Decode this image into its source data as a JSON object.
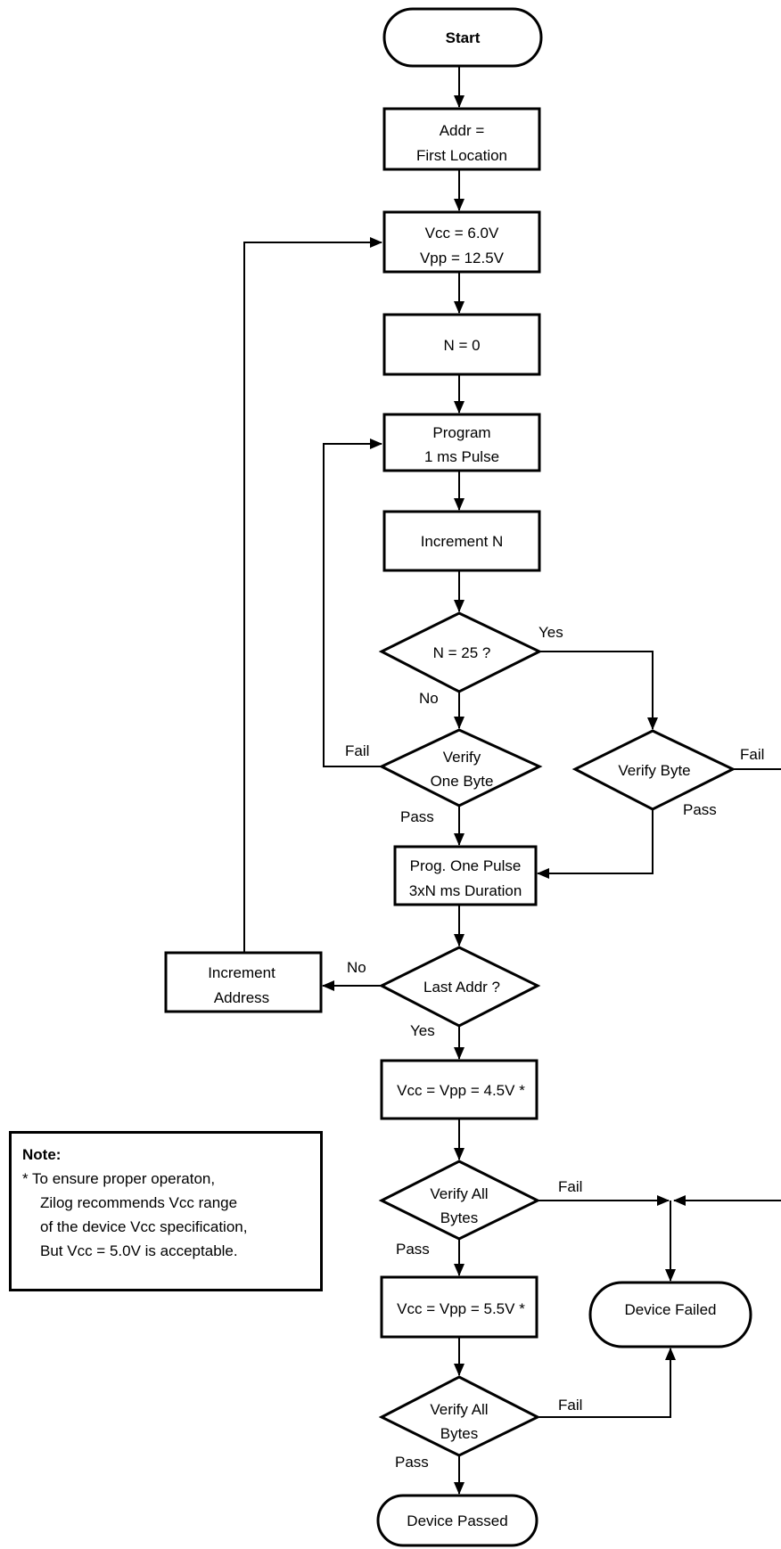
{
  "nodes": {
    "start": "Start",
    "addr1": "Addr =",
    "addr2": "First Location",
    "vcc1": "Vcc = 6.0V",
    "vcc2": "Vpp = 12.5V",
    "n0": "N = 0",
    "prog1": "Program",
    "prog2": "1 ms Pulse",
    "incn": "Increment N",
    "n25": "N = 25 ?",
    "verify1": "Verify",
    "verify2": "One Byte",
    "verifybyte": "Verify Byte",
    "progone1": "Prog. One Pulse",
    "progone2": "3xN ms Duration",
    "lastaddr": "Last Addr ?",
    "incaddr1": "Increment",
    "incaddr2": "Address",
    "vcc45": "Vcc =  Vpp = 4.5V *",
    "verifyall_a1": "Verify All",
    "verifyall_a2": "Bytes",
    "vcc55": "Vcc =  Vpp = 5.5V *",
    "verifyall_b1": "Verify All",
    "verifyall_b2": "Bytes",
    "failed": "Device Failed",
    "passed": "Device Passed"
  },
  "labels": {
    "yes": "Yes",
    "no": "No",
    "fail": "Fail",
    "pass": "Pass"
  },
  "note": {
    "title": "Note:",
    "line1": "*  To ensure proper operaton,",
    "line2": "Zilog recommends Vcc range",
    "line3": "of the device Vcc specification,",
    "line4": "But Vcc = 5.0V is acceptable."
  }
}
